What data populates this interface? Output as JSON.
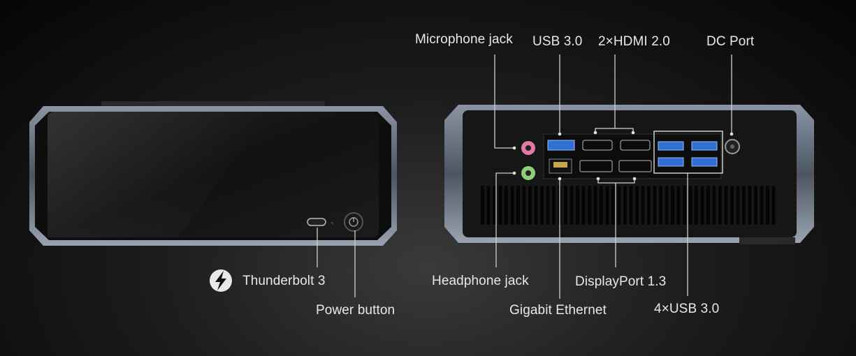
{
  "labels": {
    "microphone_jack": "Microphone jack",
    "usb30": "USB 3.0",
    "hdmi": "2×HDMI 2.0",
    "dc_port": "DC Port",
    "thunderbolt": "Thunderbolt 3",
    "power_button": "Power button",
    "headphone_jack": "Headphone jack",
    "gigabit_ethernet": "Gigabit Ethernet",
    "displayport": "DisplayPort 1.3",
    "usb30_x4": "4×USB 3.0"
  },
  "colors": {
    "accent_usb": "#2f6fd6",
    "mic_jack": "#e07aa6",
    "headphone_jack": "#8fcf7a",
    "chassis": "#5a6472"
  },
  "icons": [
    "thunderbolt-icon",
    "power-icon"
  ]
}
